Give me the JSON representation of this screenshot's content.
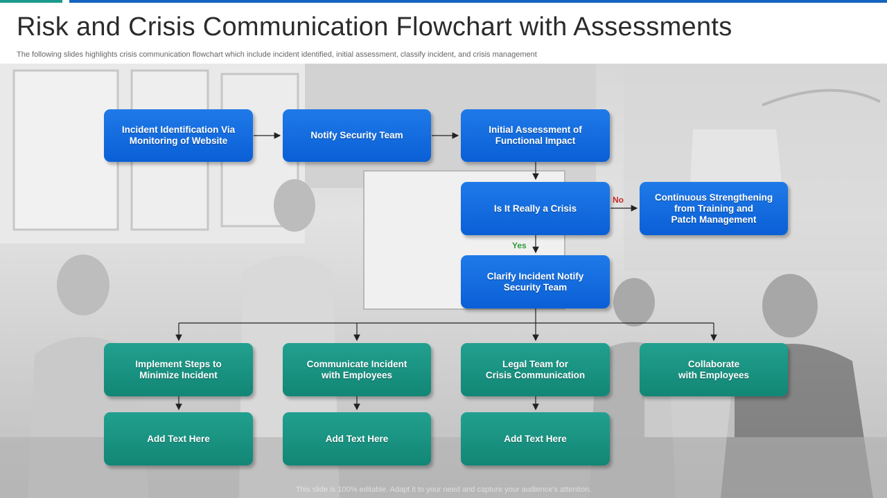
{
  "slide": {
    "title": "Risk and Crisis Communication Flowchart with Assessments",
    "subtitle": "The following slides highlights crisis communication flowchart which include incident identified, initial assessment, classify incident, and crisis management",
    "footer": "This slide is 100% editable. Adapt it to your need and capture your audience's attention."
  },
  "flowchart": {
    "step_incident_identification": "Incident Identification Via\nMonitoring of Website",
    "step_notify_security": "Notify Security Team",
    "step_initial_assessment": "Initial Assessment of\nFunctional Impact",
    "decision_crisis": "Is It Really a Crisis",
    "step_continuous_strengthening": "Continuous Strengthening\nfrom Training and\nPatch Management",
    "step_clarify_incident": "Clarify Incident Notify\nSecurity Team",
    "branch_no": "No",
    "branch_yes": "Yes",
    "action_implement_steps": "Implement Steps to\nMinimize Incident",
    "action_communicate_incident": "Communicate Incident\nwith Employees",
    "action_legal_team": "Legal Team for\nCrisis Communication",
    "action_collaborate": "Collaborate\nwith Employees",
    "placeholder_1": "Add Text Here",
    "placeholder_2": "Add Text Here",
    "placeholder_3": "Add Text Here"
  },
  "colors": {
    "primary_blue": "#0a5fd6",
    "teal": "#128675",
    "accent_bar_blue": "#1565c0",
    "accent_bar_teal": "#1a9a8a",
    "no_label": "#c62828",
    "yes_label": "#2e9a3a"
  }
}
